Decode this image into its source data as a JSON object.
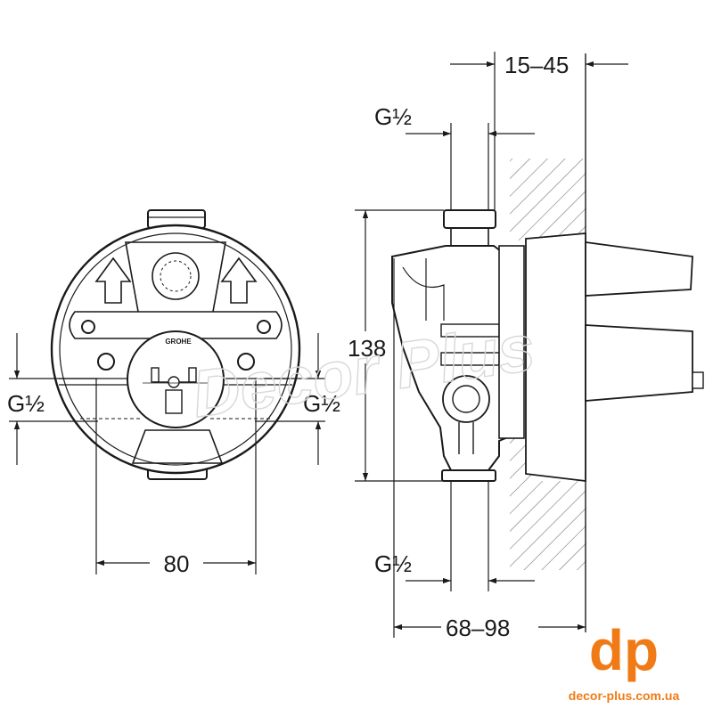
{
  "diagram": {
    "dimensions": {
      "top_offset": "15–45",
      "side_inlet_top": "G½",
      "height": "138",
      "side_outlet_bottom": "G½",
      "depth": "68–98",
      "left_port": "G½",
      "right_port": "G½",
      "width": "80"
    },
    "parts": {
      "body_brand": "GROHE"
    },
    "watermark": "Decor Plus"
  },
  "brand": {
    "logo_text": "dp",
    "website": "decor-plus.com.ua"
  },
  "colors": {
    "line": "#1a1a1a",
    "brand_orange": "#f07b16",
    "hatch": "#666666"
  }
}
